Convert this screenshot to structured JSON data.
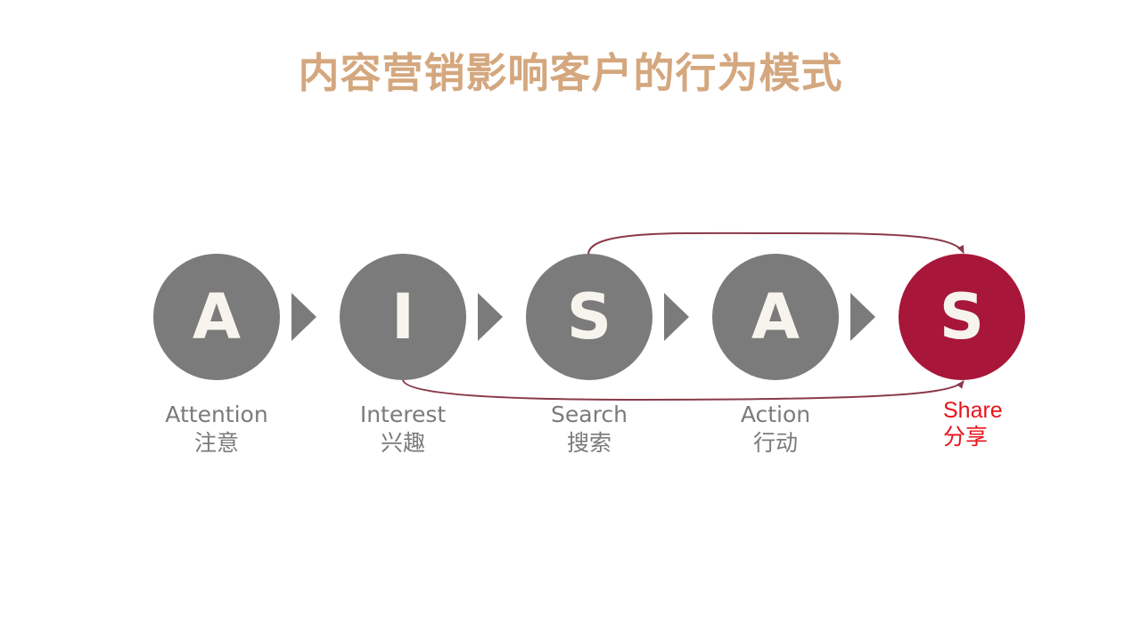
{
  "title": "内容营销影响客户的行为模式",
  "colors": {
    "title": "#d4a77e",
    "node_gray": "#7b7b7b",
    "node_highlight": "#a8163a",
    "letter": "#f7f4ee",
    "label": "#7b7b7b",
    "share_label": "#e8131b",
    "connector": "#8a3a4a"
  },
  "steps": [
    {
      "letter": "A",
      "label_en": "Attention",
      "label_zh": "注意"
    },
    {
      "letter": "I",
      "label_en": "Interest",
      "label_zh": "兴趣"
    },
    {
      "letter": "S",
      "label_en": "Search",
      "label_zh": "搜索"
    },
    {
      "letter": "A",
      "label_en": "Action",
      "label_zh": "行动"
    },
    {
      "letter": "S",
      "label_en": "Share",
      "label_zh": "分享"
    }
  ]
}
